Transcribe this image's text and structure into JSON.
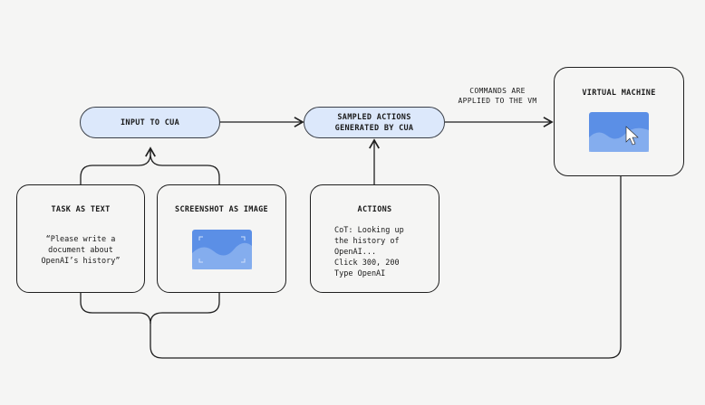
{
  "input_node": {
    "label": "INPUT TO CUA"
  },
  "sampled_node": {
    "line1": "SAMPLED ACTIONS",
    "line2": "GENERATED BY CUA"
  },
  "commands_label": {
    "line1": "COMMANDS ARE",
    "line2": "APPLIED TO THE VM"
  },
  "vm_card": {
    "title": "VIRTUAL MACHINE"
  },
  "task_card": {
    "title": "TASK AS TEXT",
    "text": "“Please write a\ndocument about\nOpenAI’s history”"
  },
  "screenshot_card": {
    "title": "SCREENSHOT AS IMAGE"
  },
  "actions_card": {
    "title": "ACTIONS",
    "text": "CoT: Looking up\nthe history of\nOpenAI...\nClick 300, 200\nType OpenAI"
  },
  "colors": {
    "background": "#f5f5f4",
    "pill_fill": "#dce8fb",
    "image_blue": "#5b8fe6",
    "stroke": "#1f1f1f"
  }
}
